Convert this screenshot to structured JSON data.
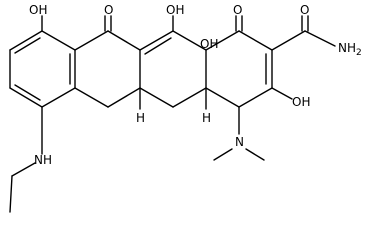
{
  "molecule": {
    "labels": {
      "oh_top_left": "OH",
      "o_ketone_c11": "O",
      "oh_c12": "OH",
      "oh_c12a": "OH",
      "o_ketone_c1": "O",
      "o_amide": "O",
      "nh2": "NH",
      "nh2_subscript": "2",
      "oh_c3": "OH",
      "h_c5a": "H",
      "h_c4a": "H",
      "n_dimethyl": "N",
      "nh_ethyl": "NH"
    }
  }
}
